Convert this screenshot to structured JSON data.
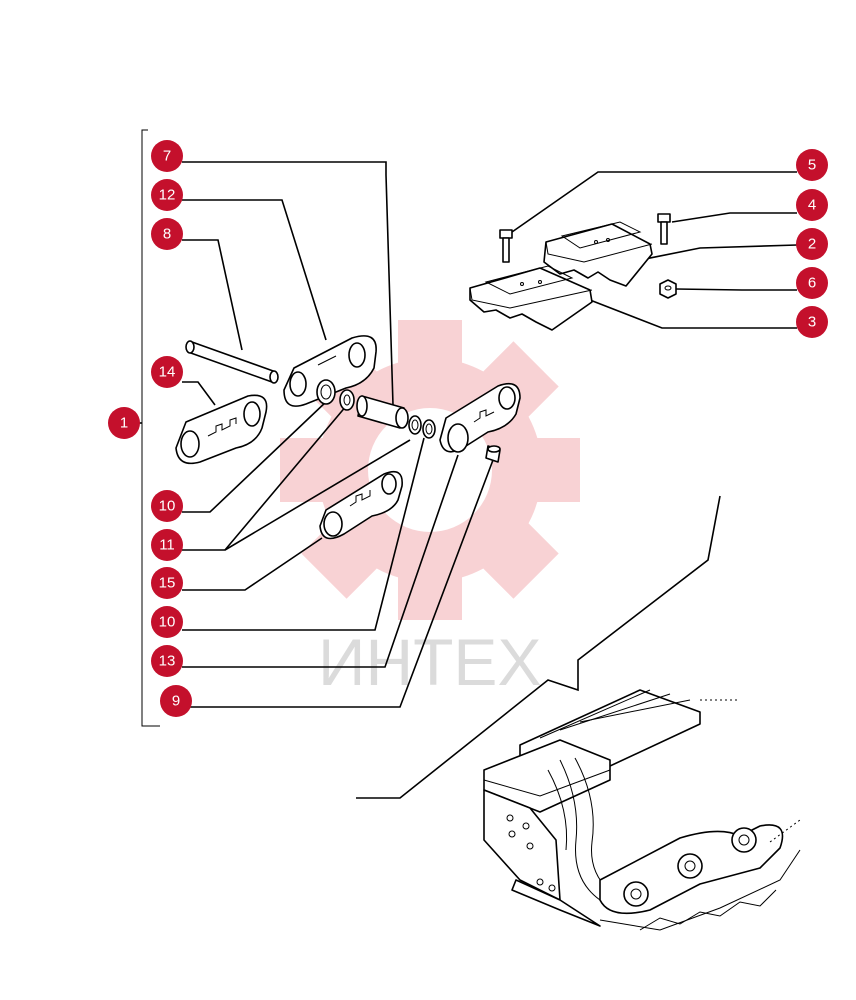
{
  "watermark": {
    "text": "ИНТЕХ",
    "color": "#e0363f"
  },
  "accent_color": "#c4102c",
  "callouts": [
    {
      "id": "c1",
      "label": "1"
    },
    {
      "id": "c7",
      "label": "7"
    },
    {
      "id": "c12",
      "label": "12"
    },
    {
      "id": "c8",
      "label": "8"
    },
    {
      "id": "c14",
      "label": "14"
    },
    {
      "id": "c10a",
      "label": "10"
    },
    {
      "id": "c11",
      "label": "11"
    },
    {
      "id": "c15",
      "label": "15"
    },
    {
      "id": "c10b",
      "label": "10"
    },
    {
      "id": "c13",
      "label": "13"
    },
    {
      "id": "c9",
      "label": "9"
    },
    {
      "id": "c5",
      "label": "5"
    },
    {
      "id": "c4",
      "label": "4"
    },
    {
      "id": "c2",
      "label": "2"
    },
    {
      "id": "c6",
      "label": "6"
    },
    {
      "id": "c3",
      "label": "3"
    }
  ],
  "parts": [
    {
      "name": "track-shoe-assembly-bracket"
    },
    {
      "name": "pin"
    },
    {
      "name": "link-left"
    },
    {
      "name": "link-right"
    },
    {
      "name": "bushing"
    },
    {
      "name": "seal-rings"
    },
    {
      "name": "shoe-bolts"
    },
    {
      "name": "shoe-nut"
    },
    {
      "name": "track-shoes"
    },
    {
      "name": "track-chain-overview"
    }
  ]
}
